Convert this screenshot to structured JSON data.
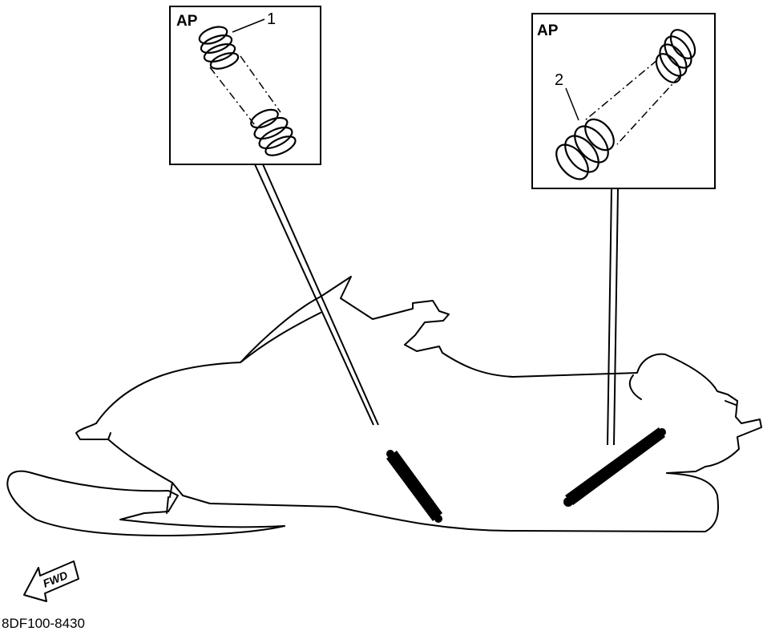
{
  "callouts": [
    {
      "title": "AP",
      "part_number": "1"
    },
    {
      "title": "AP",
      "part_number": "2"
    }
  ],
  "direction_label": "FWD",
  "figure_code": "8DF100-8430"
}
